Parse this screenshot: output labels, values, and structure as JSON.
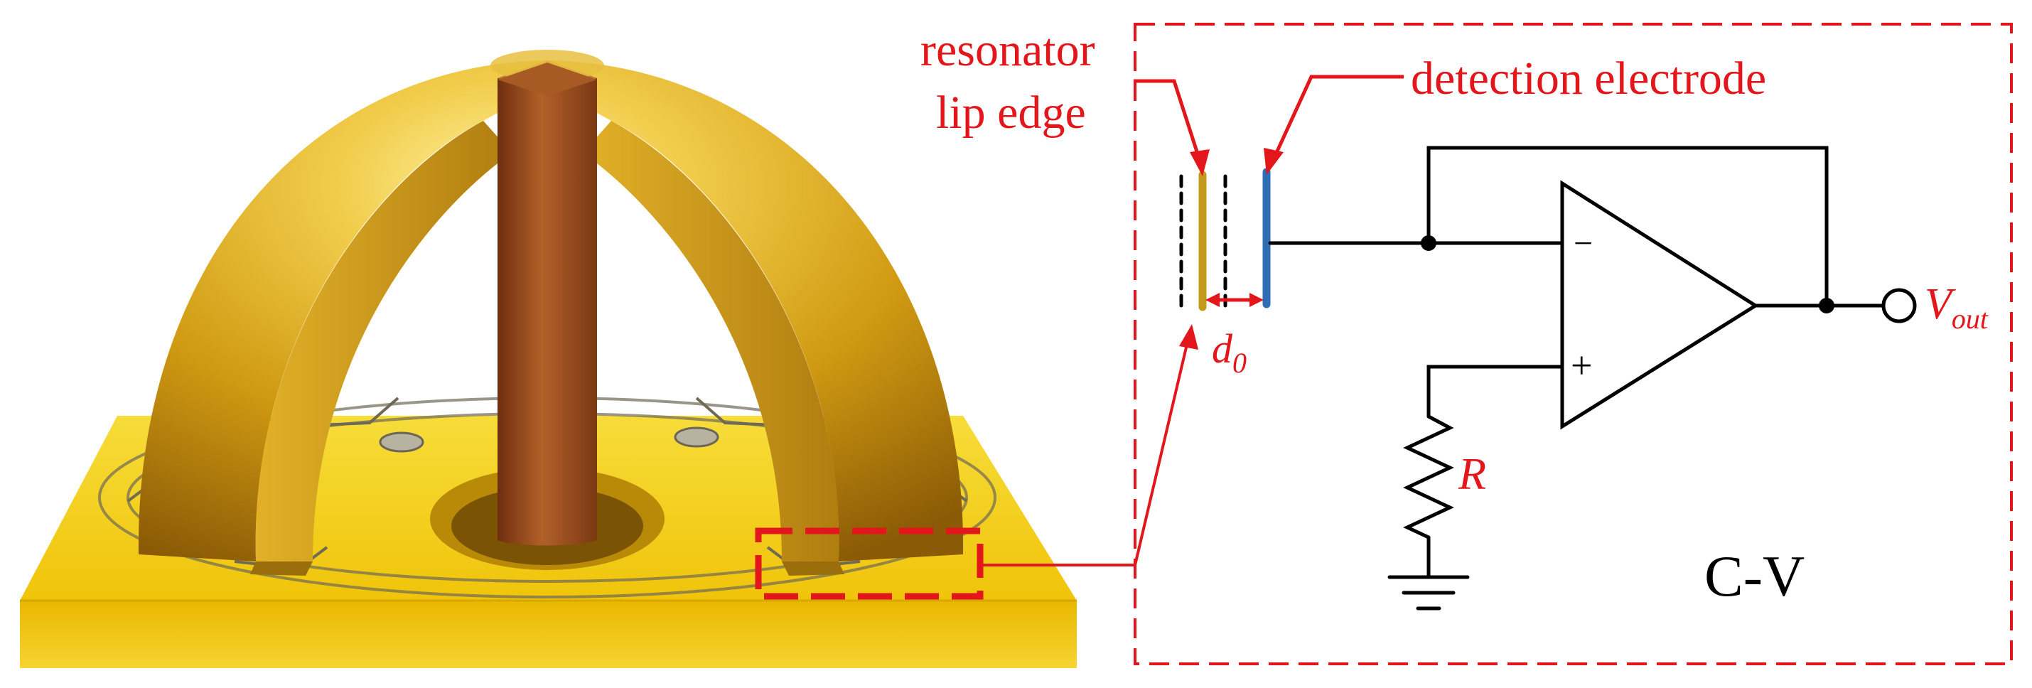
{
  "labels": {
    "resonator_line1": "resonator",
    "resonator_line2": "lip edge",
    "detection_electrode": "detection electrode",
    "gap_symbol": "d",
    "gap_subscript": "0",
    "output_symbol": "V",
    "output_subscript": "out",
    "resistor_symbol": "R",
    "minus_sign": "−",
    "plus_sign": "+",
    "circuit_type": "C-V"
  },
  "colors": {
    "annotation": "#e3161b",
    "gold": "#d4a017",
    "substrate_yellow": "#f2cc0f",
    "stem_copper": "#9a4a1c",
    "resonator_plate": "#c49a1c",
    "electrode_plate": "#2f6db5",
    "wire": "#000000"
  }
}
